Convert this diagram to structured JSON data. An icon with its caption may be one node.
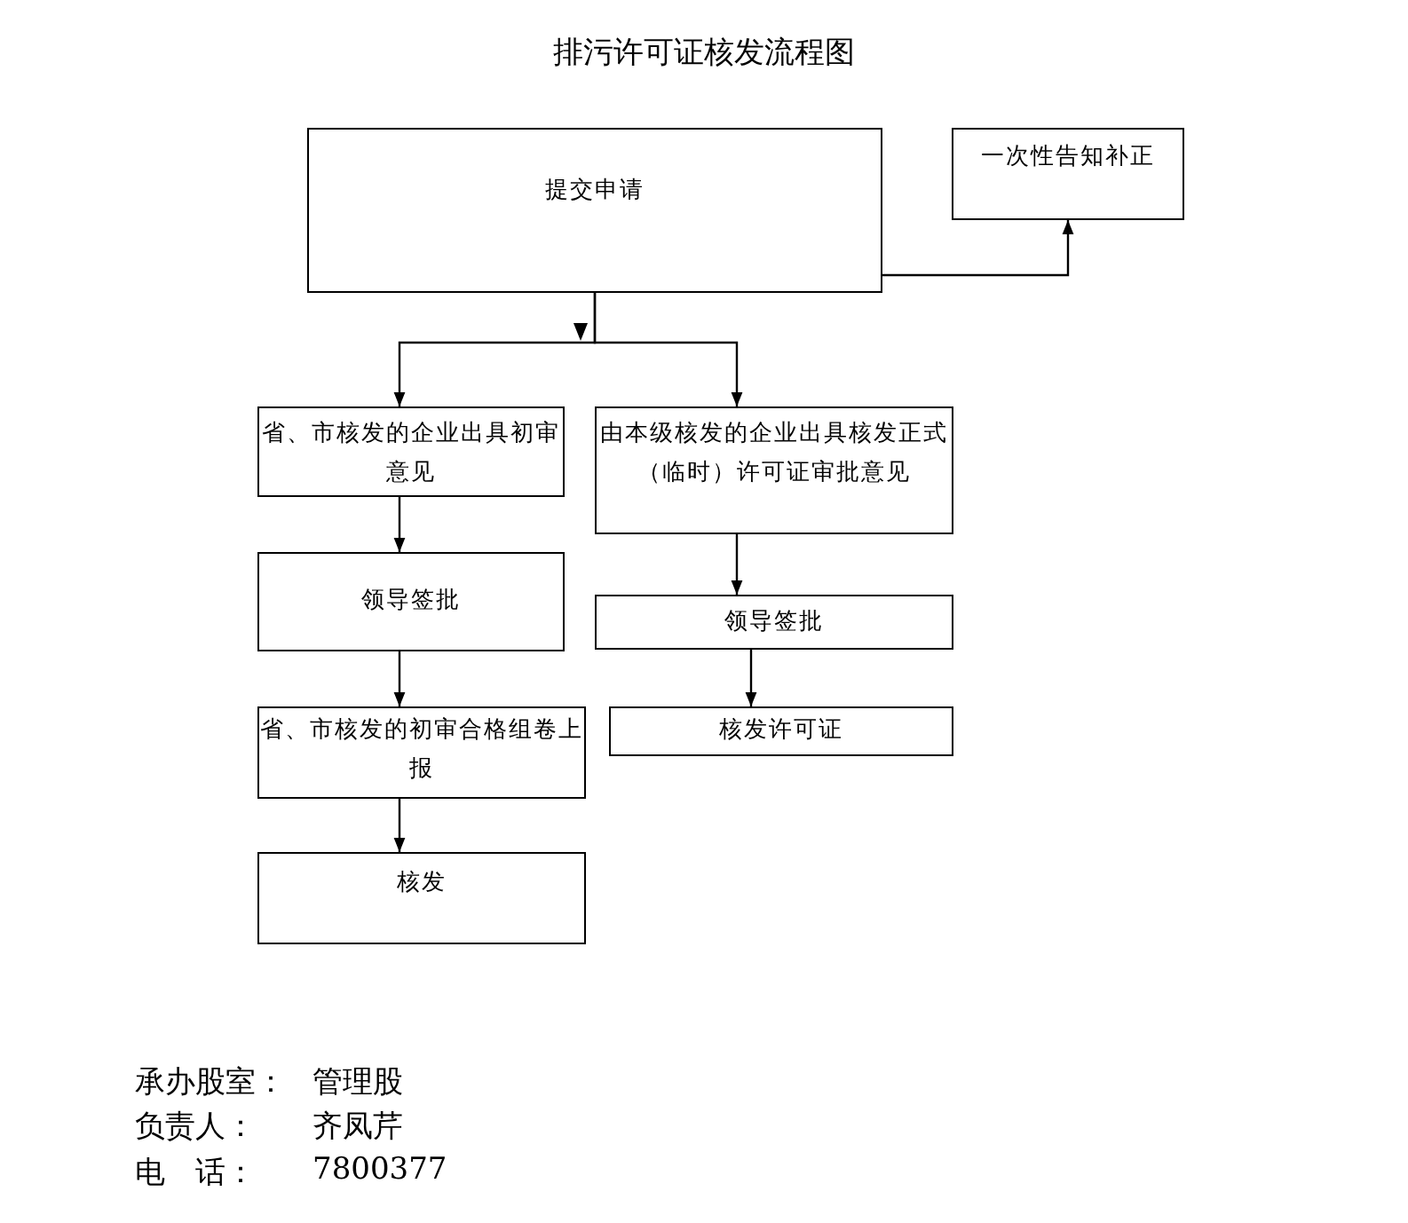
{
  "diagram": {
    "title": "排污许可证核发流程图",
    "nodes": [
      {
        "text": [
          "提交申请"
        ]
      },
      {
        "text": [
          "一次性告知补正"
        ]
      },
      {
        "text": [
          "省、市核发的企业出具初审意见"
        ]
      },
      {
        "text": [
          "由本级核发的企业出具核发正式（临时）许可证审批意见"
        ]
      },
      {
        "text": [
          "领导签批"
        ]
      },
      {
        "text": [
          "领导签批"
        ]
      },
      {
        "text": [
          "省、市核发的初审合格组卷上报"
        ]
      },
      {
        "text": [
          "核发许可证"
        ]
      },
      {
        "text": [
          "核发"
        ]
      }
    ],
    "edges": [
      {
        "from": 0,
        "to": 1,
        "arrow": "to"
      },
      {
        "from": 0,
        "to": 2,
        "arrow": "to"
      },
      {
        "from": 0,
        "to": 3,
        "arrow": "to"
      },
      {
        "from": 2,
        "to": 4,
        "arrow": "to"
      },
      {
        "from": 4,
        "to": 6,
        "arrow": "to"
      },
      {
        "from": 6,
        "to": 8,
        "arrow": "to"
      },
      {
        "from": 3,
        "to": 5,
        "arrow": "to"
      },
      {
        "from": 5,
        "to": 7,
        "arrow": "to"
      }
    ],
    "labels": [
      "承办股室：",
      "管理股",
      "负责人：",
      "齐凤芹",
      "电　话：",
      "7800377"
    ]
  }
}
